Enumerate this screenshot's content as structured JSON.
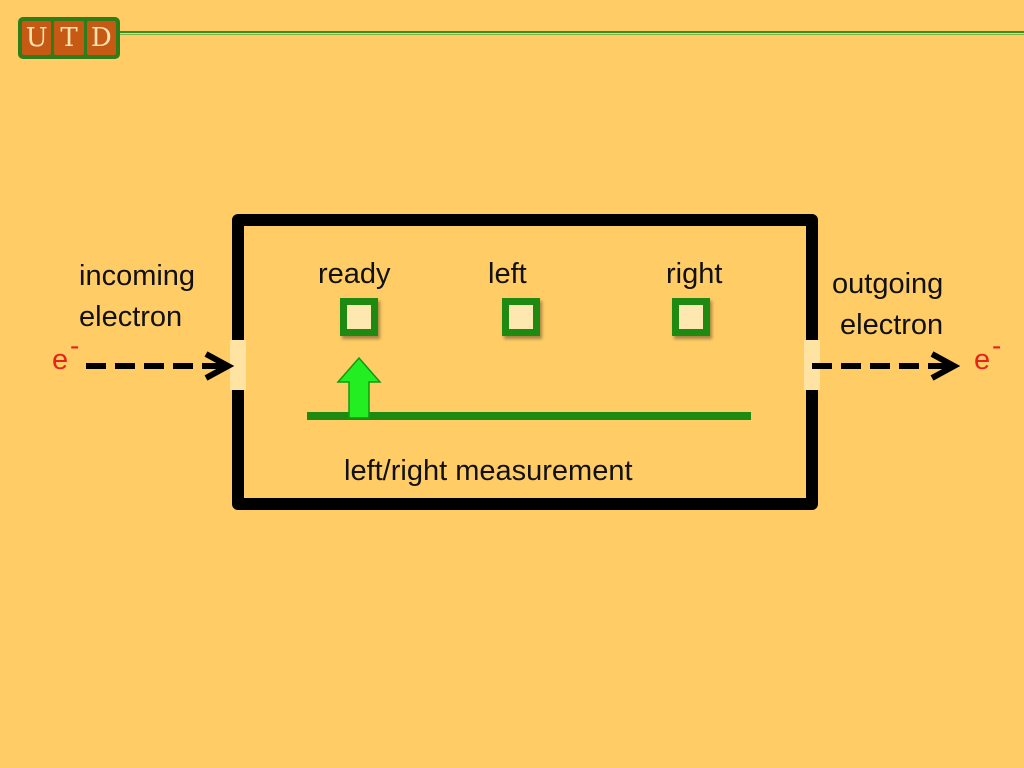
{
  "logo": {
    "letters": [
      "U",
      "T",
      "D"
    ]
  },
  "diagram": {
    "incoming": {
      "line1": "incoming",
      "line2": "electron",
      "symbol": "e",
      "charge": "-"
    },
    "outgoing": {
      "line1": "outgoing",
      "line2": "electron",
      "symbol": "e",
      "charge": "-"
    },
    "indicators": [
      {
        "label": "ready"
      },
      {
        "label": "left"
      },
      {
        "label": "right"
      }
    ],
    "pointer_position": "ready",
    "measurement_label": "left/right measurement"
  },
  "colors": {
    "background": "#FFCC66",
    "box_border": "#000000",
    "indicator_green": "#1F8A12",
    "pointer_green": "#22EE22",
    "electron_red": "#E8231B",
    "logo_orange": "#C65A15"
  }
}
